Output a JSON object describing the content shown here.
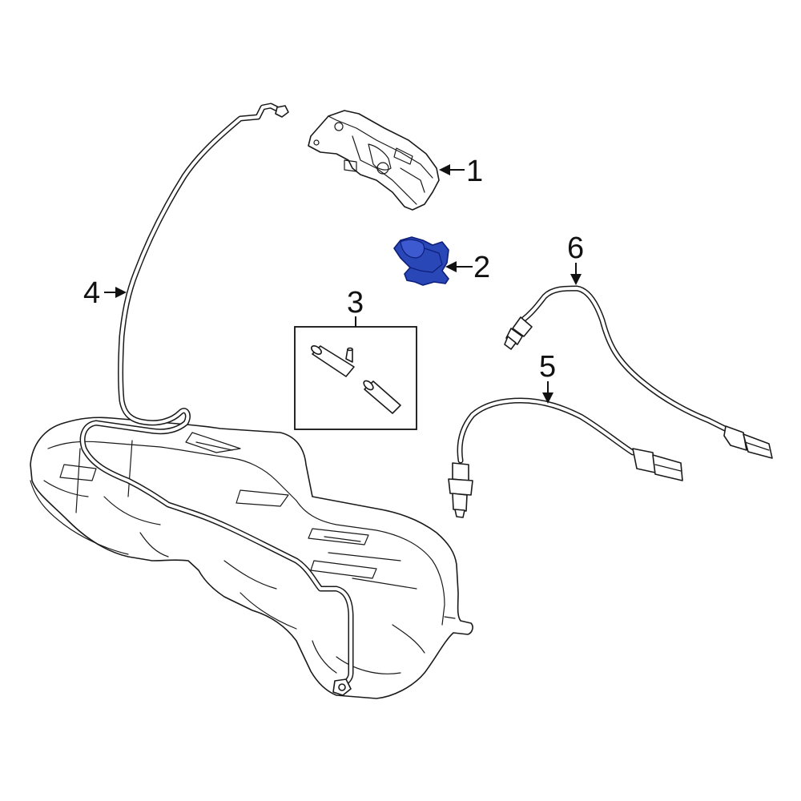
{
  "callouts": [
    {
      "id": "1",
      "text": "1"
    },
    {
      "id": "2",
      "text": "2"
    },
    {
      "id": "3",
      "text": "3"
    },
    {
      "id": "4",
      "text": "4"
    },
    {
      "id": "5",
      "text": "5"
    },
    {
      "id": "6",
      "text": "6"
    }
  ],
  "colors": {
    "line": "#1a1a1a",
    "highlight_part": "#2a47b8",
    "highlight_outline": "#0d1f7a",
    "background": "#ffffff"
  }
}
